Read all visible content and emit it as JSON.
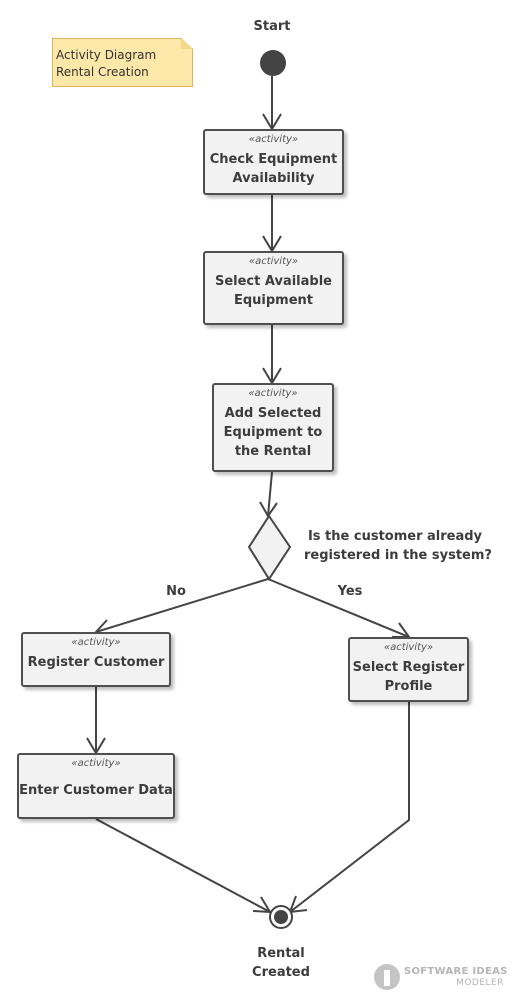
{
  "note": {
    "line1": "Activity Diagram",
    "line2": "Rental Creation"
  },
  "start": {
    "label": "Start"
  },
  "end": {
    "label_line1": "Rental",
    "label_line2": "Created"
  },
  "stereotype": "«activity»",
  "activities": {
    "check": {
      "line1": "Check Equipment",
      "line2": "Availability"
    },
    "select": {
      "line1": "Select Available",
      "line2": "Equipment"
    },
    "add": {
      "line1": "Add Selected",
      "line2": "Equipment to",
      "line3": "the Rental"
    },
    "register": {
      "line1": "Register Customer"
    },
    "enter": {
      "line1": "Enter Customer Data"
    },
    "profile": {
      "line1": "Select Register",
      "line2": "Profile"
    }
  },
  "decision": {
    "question_line1": "Is the customer already",
    "question_line2": "registered in the system?",
    "no_label": "No",
    "yes_label": "Yes"
  },
  "watermark": {
    "line1": "SOFTWARE IDEAS",
    "line2": "MODELER"
  },
  "colors": {
    "note_fill": "#fde7a9",
    "activity_fill": "#f2f2f2",
    "stroke": "#444444"
  }
}
